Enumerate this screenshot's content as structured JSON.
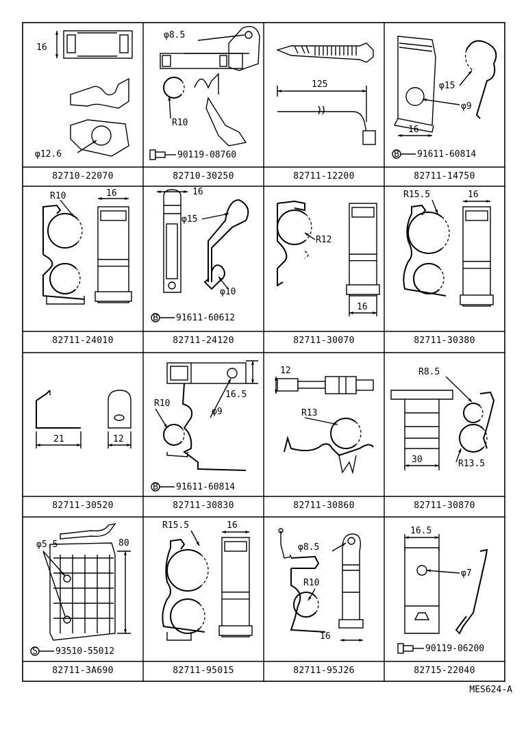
{
  "cells": [
    {
      "part_no": "82710-22070",
      "labels": [
        "16",
        "φ12.6"
      ]
    },
    {
      "part_no": "82710-30250",
      "labels": [
        "φ8.5",
        "R10",
        "90119-08760"
      ]
    },
    {
      "part_no": "82711-12200",
      "labels": [
        "125"
      ]
    },
    {
      "part_no": "82711-14750",
      "labels": [
        "φ15",
        "φ9",
        "16",
        "B",
        "91611-60814"
      ]
    },
    {
      "part_no": "82711-24010",
      "labels": [
        "R10",
        "16"
      ]
    },
    {
      "part_no": "82711-24120",
      "labels": [
        "16",
        "φ15",
        "φ10",
        "B",
        "91611-60612"
      ]
    },
    {
      "part_no": "82711-30070",
      "labels": [
        "R12",
        "16"
      ]
    },
    {
      "part_no": "82711-30380",
      "labels": [
        "R15.5",
        "16"
      ]
    },
    {
      "part_no": "82711-30520",
      "labels": [
        "21",
        "12"
      ]
    },
    {
      "part_no": "82711-30830",
      "labels": [
        "R10",
        "16.5",
        "φ9",
        "B",
        "91611-60814"
      ]
    },
    {
      "part_no": "82711-30860",
      "labels": [
        "12",
        "R13"
      ]
    },
    {
      "part_no": "82711-30870",
      "labels": [
        "R8.5",
        "30",
        "R13.5"
      ]
    },
    {
      "part_no": "82711-3A690",
      "labels": [
        "φ5.5",
        "80",
        "S",
        "93510-55012"
      ]
    },
    {
      "part_no": "82711-95015",
      "labels": [
        "R15.5",
        "16"
      ]
    },
    {
      "part_no": "82711-95J26",
      "labels": [
        "φ8.5",
        "R10",
        "16"
      ]
    },
    {
      "part_no": "82715-22040",
      "labels": [
        "16.5",
        "φ7",
        "90119-06200"
      ]
    }
  ],
  "reference_code": "MES624-A"
}
